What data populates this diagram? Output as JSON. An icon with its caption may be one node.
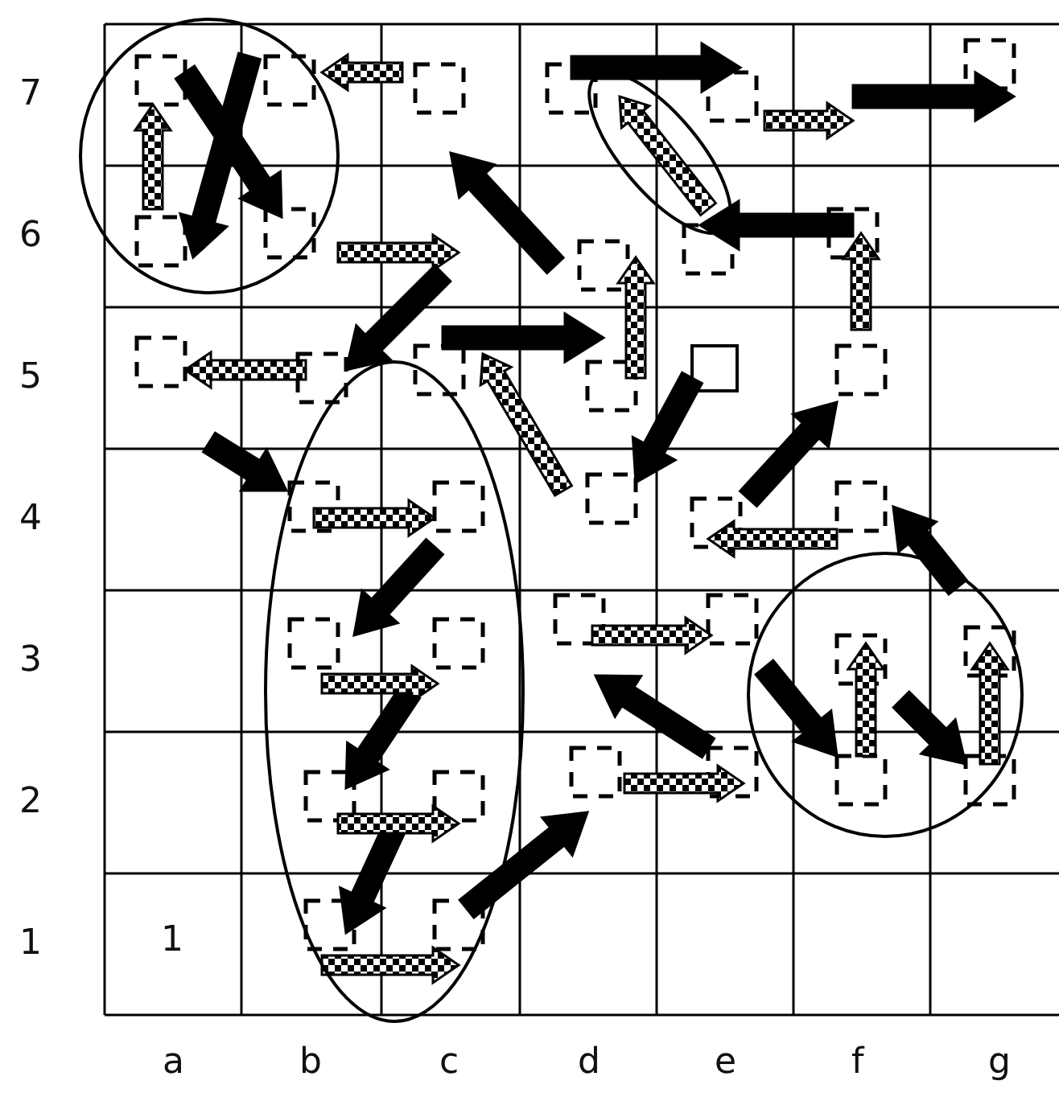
{
  "diagram": {
    "labels": [
      "7",
      "6",
      "5",
      "4",
      "3",
      "2",
      "1",
      "1",
      "a",
      "b",
      "c",
      "d",
      "e",
      "f",
      "g"
    ]
  }
}
